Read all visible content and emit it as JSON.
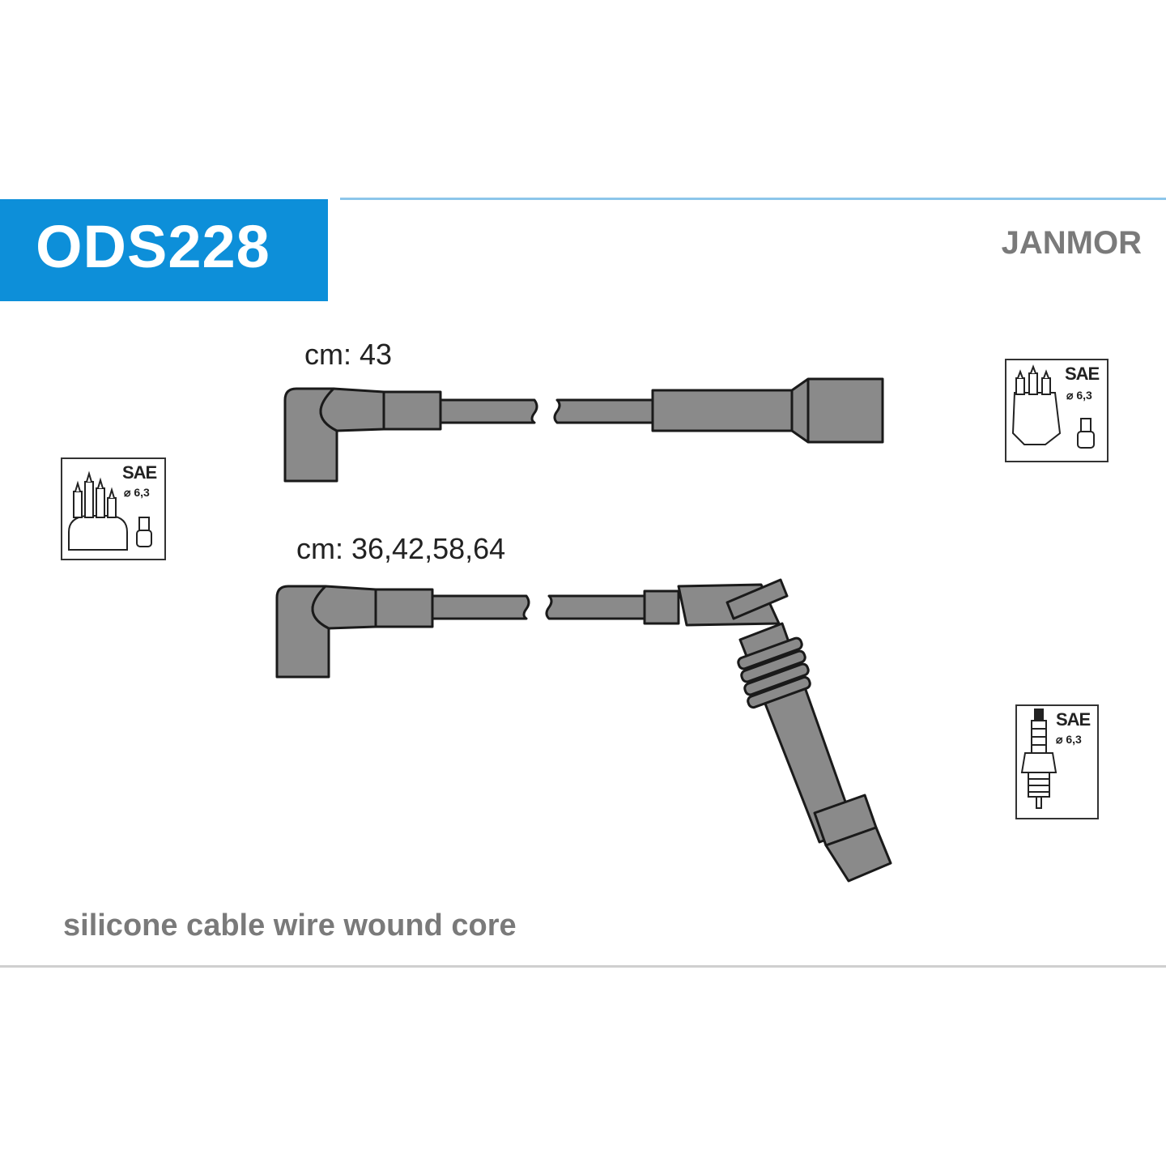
{
  "header": {
    "product_code": "ODS228",
    "brand": "JANMOR"
  },
  "cables": {
    "top_length_label": "cm: 43",
    "bottom_length_label": "cm: 36,42,58,64"
  },
  "connector_icons": {
    "left": {
      "standard": "SAE",
      "diameter": "⌀ 6,3",
      "icon": "distributor-cap-icon"
    },
    "top_right": {
      "standard": "SAE",
      "diameter": "⌀ 6,3",
      "icon": "ignition-coil-icon"
    },
    "bottom_right": {
      "standard": "SAE",
      "diameter": "⌀ 6,3",
      "icon": "spark-plug-icon"
    }
  },
  "footer": {
    "description": "silicone cable wire wound core"
  },
  "colors": {
    "header_blue": "#0d8fd9",
    "part_gray": "#8a8a8a",
    "outline": "#1a1a1a"
  }
}
